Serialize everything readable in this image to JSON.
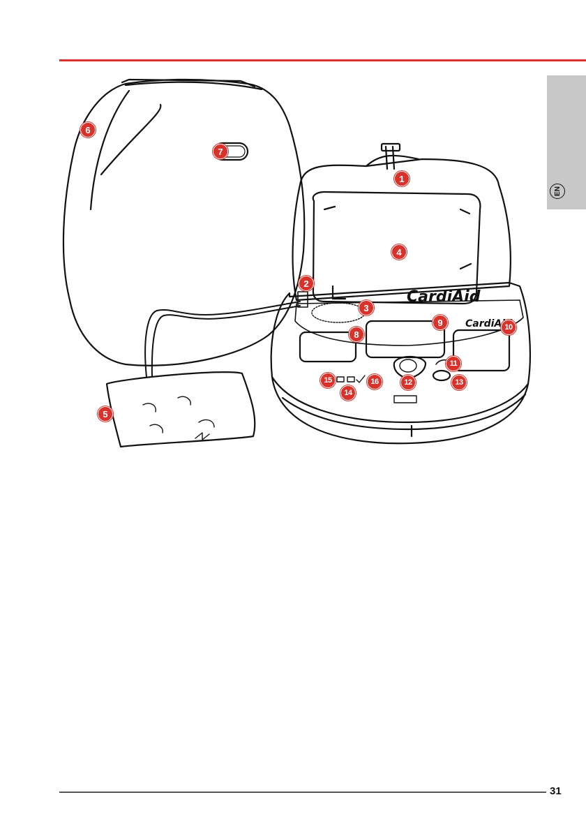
{
  "header": {
    "accent_color": "#d8322b"
  },
  "language_tab": {
    "code": "EN",
    "background": "#c8c8c8"
  },
  "illustration": {
    "brand_label": "CardiAid",
    "callouts": [
      "1",
      "2",
      "3",
      "4",
      "5",
      "6",
      "7",
      "8",
      "9",
      "10",
      "11",
      "12",
      "13",
      "14",
      "15",
      "16"
    ]
  },
  "footer": {
    "page_number": "31"
  }
}
